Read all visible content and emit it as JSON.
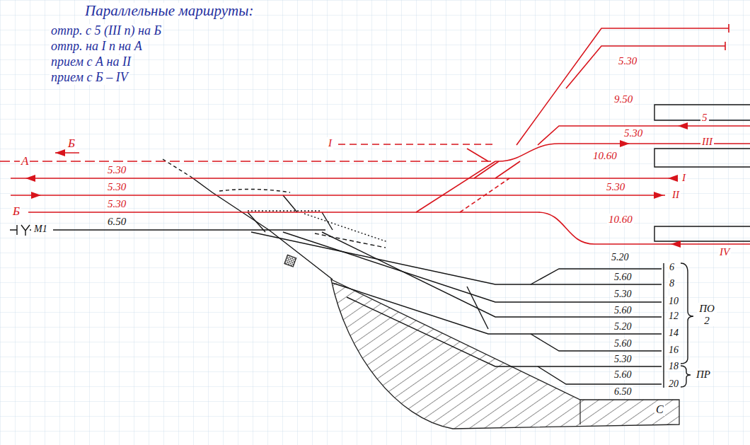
{
  "diagram": {
    "title": "Параллельные маршруты:",
    "labels": [
      "отпр. с 5 (III п) на Б",
      "отпр. на I п на А",
      "прием с А на II",
      "прием с Б – IV",
      "Б",
      "А",
      "5.30",
      "5.30",
      "5.30",
      "Б",
      "6.50",
      "М1",
      "I",
      "5.30",
      "9.50",
      "5",
      "5.30",
      "III",
      "10.60",
      "I",
      "5.30",
      "II",
      "10.60",
      "IV",
      "5.20",
      "6",
      "5.60",
      "8",
      "5.30",
      "10",
      "5.60",
      "12",
      "5.20",
      "14",
      "5.60",
      "16",
      "5.30",
      "18",
      "5.60",
      "20",
      "6.50",
      "ПО 2",
      "ПР",
      "С"
    ]
  }
}
